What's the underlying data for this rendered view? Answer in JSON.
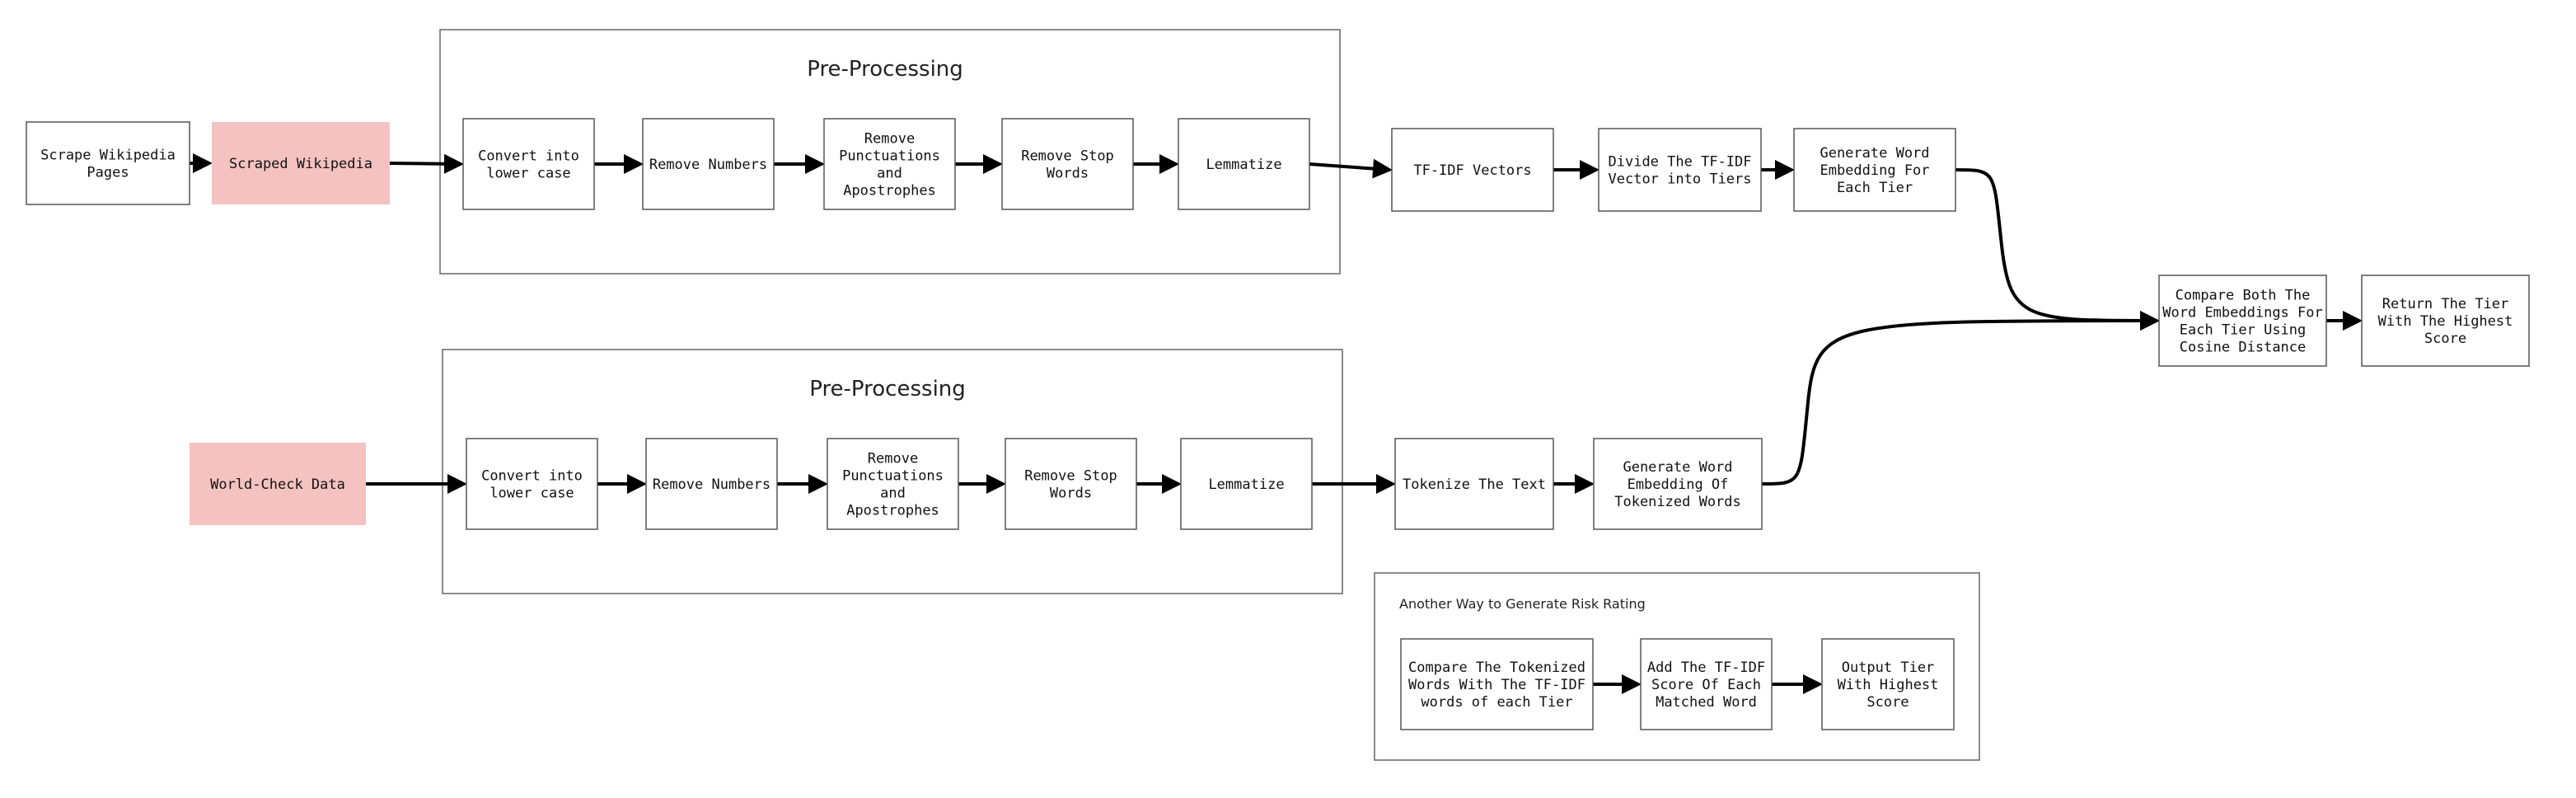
{
  "colors": {
    "highlight": "#f4c2c0",
    "border": "#555555",
    "edge": "#000000"
  },
  "groups": {
    "g1": {
      "title": "Pre-Processing"
    },
    "g2": {
      "title": "Pre-Processing"
    },
    "g3": {
      "title": "Another Way to Generate Risk Rating"
    }
  },
  "nodes": {
    "scrape": [
      "Scrape Wikipedia",
      "Pages"
    ],
    "scraped": [
      "Scraped Wikipedia"
    ],
    "lower1": [
      "Convert into",
      "lower case"
    ],
    "num1": [
      "Remove Numbers"
    ],
    "punct1": [
      "Remove",
      "Punctuations",
      "and",
      "Apostrophes"
    ],
    "stop1": [
      "Remove Stop",
      "Words"
    ],
    "lemma1": [
      "Lemmatize"
    ],
    "tfidf": [
      "TF-IDF Vectors"
    ],
    "divide": [
      "Divide The TF-IDF",
      "Vector into Tiers"
    ],
    "genTier": [
      "Generate Word",
      "Embedding For",
      "Each Tier"
    ],
    "compare": [
      "Compare Both The",
      "Word Embeddings For",
      "Each Tier Using",
      "Cosine Distance"
    ],
    "ret": [
      "Return The Tier",
      "With The Highest",
      "Score"
    ],
    "world": [
      "World-Check Data"
    ],
    "lower2": [
      "Convert into",
      "lower case"
    ],
    "num2": [
      "Remove Numbers"
    ],
    "punct2": [
      "Remove",
      "Punctuations",
      "and",
      "Apostrophes"
    ],
    "stop2": [
      "Remove Stop",
      "Words"
    ],
    "lemma2": [
      "Lemmatize"
    ],
    "token": [
      "Tokenize The Text"
    ],
    "genTok": [
      "Generate Word",
      "Embedding Of",
      "Tokenized Words"
    ],
    "cmpTok": [
      "Compare The Tokenized",
      "Words With The TF-IDF",
      "words of each Tier"
    ],
    "addScore": [
      "Add The TF-IDF",
      "Score Of Each",
      "Matched Word"
    ],
    "outTier": [
      "Output Tier",
      "With Highest",
      "Score"
    ]
  },
  "edges": [
    [
      "scrape",
      "scraped"
    ],
    [
      "scraped",
      "lower1"
    ],
    [
      "lower1",
      "num1"
    ],
    [
      "num1",
      "punct1"
    ],
    [
      "punct1",
      "stop1"
    ],
    [
      "stop1",
      "lemma1"
    ],
    [
      "lemma1",
      "tfidf"
    ],
    [
      "tfidf",
      "divide"
    ],
    [
      "divide",
      "genTier"
    ],
    [
      "genTier",
      "compare"
    ],
    [
      "compare",
      "ret"
    ],
    [
      "world",
      "lower2"
    ],
    [
      "lower2",
      "num2"
    ],
    [
      "num2",
      "punct2"
    ],
    [
      "punct2",
      "stop2"
    ],
    [
      "stop2",
      "lemma2"
    ],
    [
      "lemma2",
      "token"
    ],
    [
      "token",
      "genTok"
    ],
    [
      "genTok",
      "compare"
    ],
    [
      "cmpTok",
      "addScore"
    ],
    [
      "addScore",
      "outTier"
    ]
  ]
}
